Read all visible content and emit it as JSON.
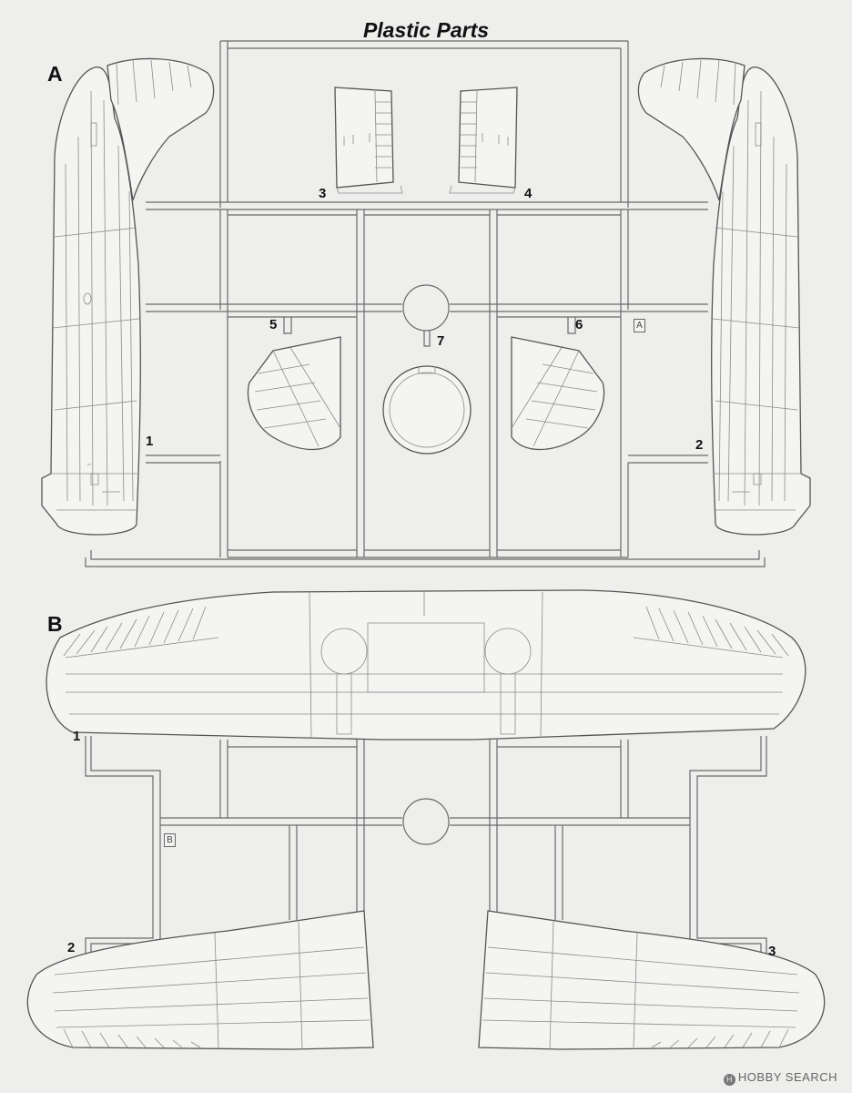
{
  "title": "Plastic Parts",
  "sprues": [
    {
      "letter": "A",
      "tab": "A",
      "parts": [
        "1",
        "2",
        "3",
        "4",
        "5",
        "6",
        "7"
      ]
    },
    {
      "letter": "B",
      "tab": "B",
      "parts": [
        "1",
        "2",
        "3"
      ]
    }
  ],
  "watermark": {
    "logo": "H",
    "text": "HOBBY SEARCH"
  },
  "colors": {
    "background": "#eeeeec",
    "line": "#6a6a6a",
    "text": "#111111"
  }
}
